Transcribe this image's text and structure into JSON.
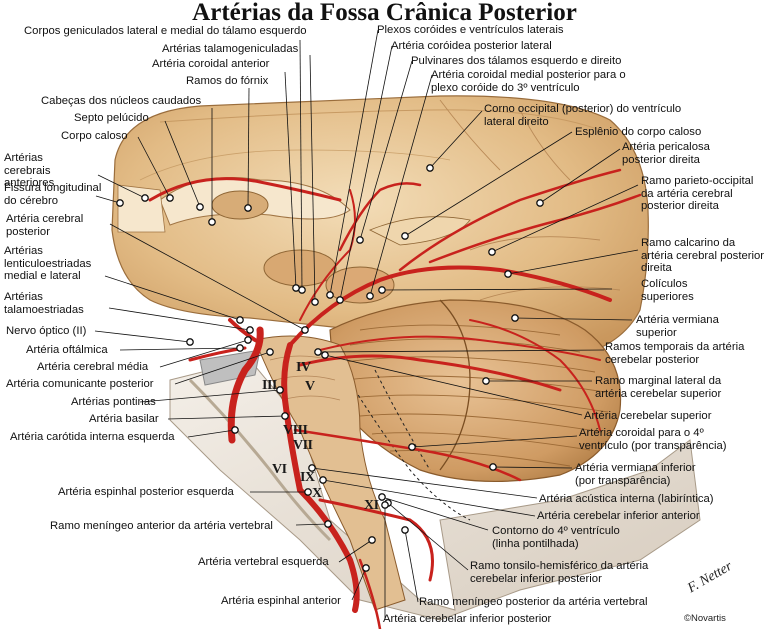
{
  "title": "Artérias da Fossa Crânica Posterior",
  "colors": {
    "artery": "#c8221d",
    "artery_dark": "#8f1410",
    "brain": "#e3bf8c",
    "brain_light": "#f1d9b2",
    "brain_shadow": "#b98a57",
    "cerebellum": "#d9a872",
    "bone": "#e9e2d8",
    "leader": "#111111"
  },
  "labels_left": [
    "Corpos geniculados lateral e medial do tálamo esquerdo",
    "Artérias talamogeniculadas",
    "Artéria coroidal anterior",
    "Ramos do fórnix",
    "Cabeças dos núcleos caudados",
    "Septo pelúcido",
    "Corpo caloso",
    "Artérias cerebrais anteriores",
    "Fissura longitudinal do cérebro",
    "Artéria cerebral posterior",
    "Artérias lenticuloestriadas medial e lateral",
    "Artérias talamoestriadas",
    "Nervo óptico (II)",
    "Artéria oftálmica",
    "Artéria cerebral média",
    "Artéria comunicante posterior",
    "Artérias pontinas",
    "Artéria basilar",
    "Artéria carótida interna esquerda",
    "Artéria espinhal posterior esquerda",
    "Ramo meníngeo anterior da artéria vertebral",
    "Artéria vertebral esquerda",
    "Artéria espinhal anterior"
  ],
  "labels_right": [
    "Plexos coróides e ventrículos laterais",
    "Artéria coróidea posterior lateral",
    "Pulvinares dos tálamos esquerdo e direito",
    "Artéria coroidal medial posterior para o plexo coróide do 3º ventrículo",
    "Corno occipital (posterior) do ventrículo lateral direito",
    "Esplênio do corpo caloso",
    "Artéria pericalosa posterior direita",
    "Ramo parieto-occipital da artéria cerebral posterior direita",
    "Ramo calcarino da artéria cerebral posterior direita",
    "Colículos superiores",
    "Artéria vermiana superior",
    "Ramos temporais da artéria cerebelar posterior",
    "Ramo marginal lateral da artéria cerebelar superior",
    "Artéria cerebelar superior",
    "Artéria coroidal para o 4º ventrículo (por transparência)",
    "Artéria vermiana inferior (por transparência)",
    "Artéria acústica interna (labiríntica)",
    "Artéria cerebelar inferior anterior",
    "Contorno do 4º ventrículo (linha pontilhada)",
    "Ramo tonsilo-hemisférico da artéria cerebelar inferior posterior",
    "Ramo meníngeo posterior da artéria vertebral",
    "Artéria cerebelar inferior posterior"
  ],
  "cranial_nerves": [
    "IV",
    "III",
    "V",
    "VIII",
    "VII",
    "VI",
    "IX",
    "X",
    "XI"
  ],
  "signature": "F. Netter",
  "copyright": "©Novartis"
}
